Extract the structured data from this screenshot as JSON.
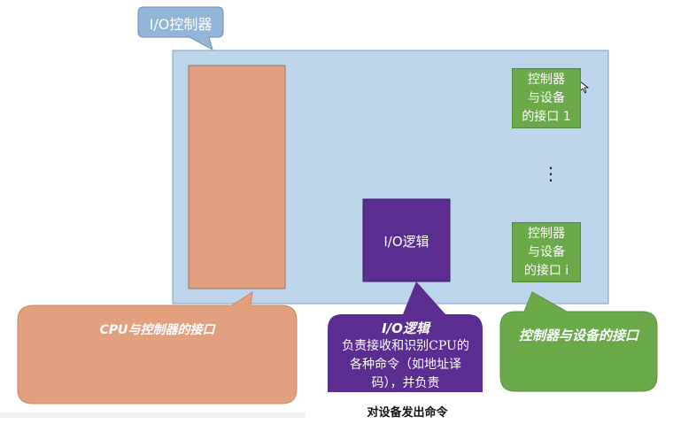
{
  "callouts": {
    "controller": "I/O控制器",
    "cpu_interface": "CPU与控制器的接口",
    "io_logic_title": "I/O逻辑",
    "io_logic_desc": "负责接收和识别CPU的各种命令（如地址译码），并负责",
    "device_interface": "控制器与设备的接口"
  },
  "diagram": {
    "io_logic_label": "I/O逻辑",
    "device_interface_1": [
      "控制器",
      "与设备",
      "的接口 1"
    ],
    "device_interface_i": [
      "控制器",
      "与设备",
      "的接口 i"
    ],
    "ellipsis": "⋮"
  },
  "caption": "对设备发出命令",
  "colors": {
    "controller_fill": "#bdd5ea",
    "cpu_interface": "#e3a07f",
    "io_logic": "#5b2d90",
    "device_interface": "#6aaa4a"
  }
}
